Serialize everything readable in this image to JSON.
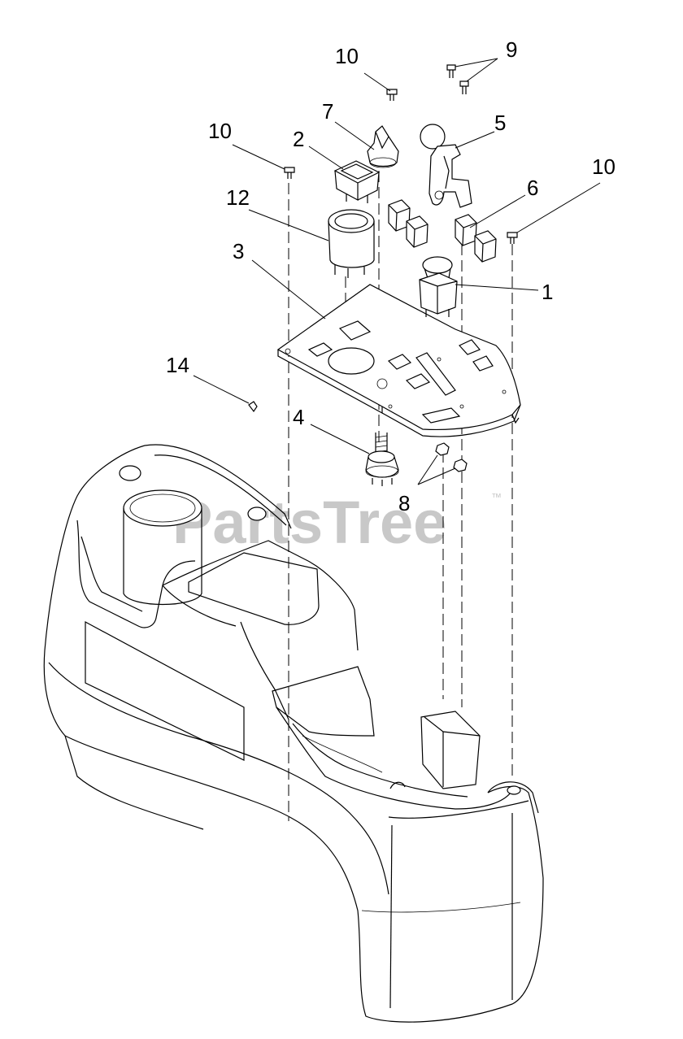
{
  "watermark": {
    "text": "PartsTree",
    "trademark": "™"
  },
  "callouts": {
    "c1": "1",
    "c2": "2",
    "c3": "3",
    "c4": "4",
    "c5": "5",
    "c6": "6",
    "c7": "7",
    "c8": "8",
    "c9": "9",
    "c10a": "10",
    "c10b": "10",
    "c10c": "10",
    "c12": "12",
    "c14": "14"
  }
}
